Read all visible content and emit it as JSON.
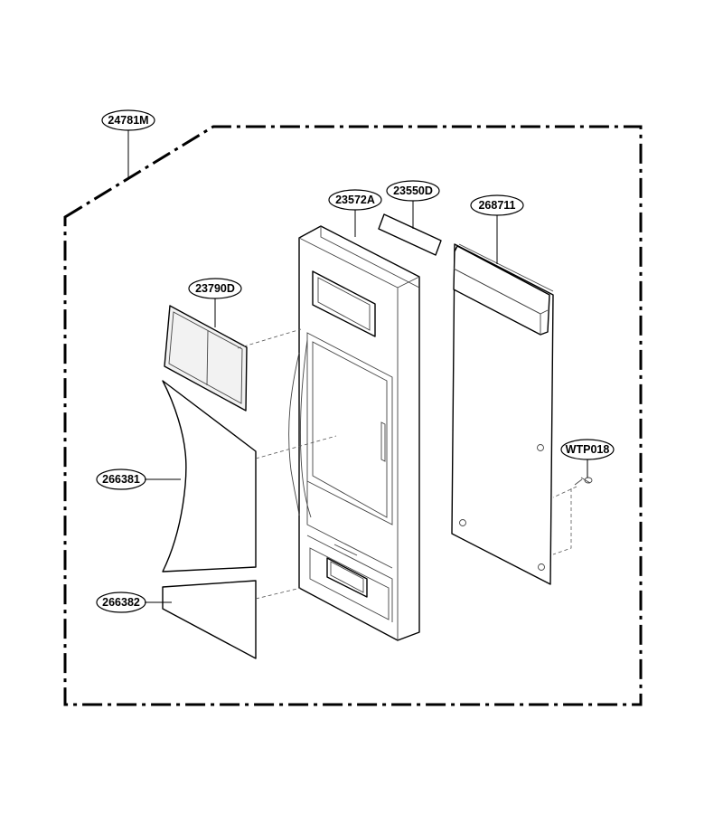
{
  "labels": {
    "assembly": "24781M",
    "front_panel": "23572A",
    "sheet": "23550D",
    "pcb": "268711",
    "window": "23790D",
    "overlay_upper": "266381",
    "overlay_lower": "266382",
    "screw": "WTP018"
  },
  "colors": {
    "line": "#000000",
    "background": "#ffffff",
    "window_fill": "#f2f2f2"
  }
}
